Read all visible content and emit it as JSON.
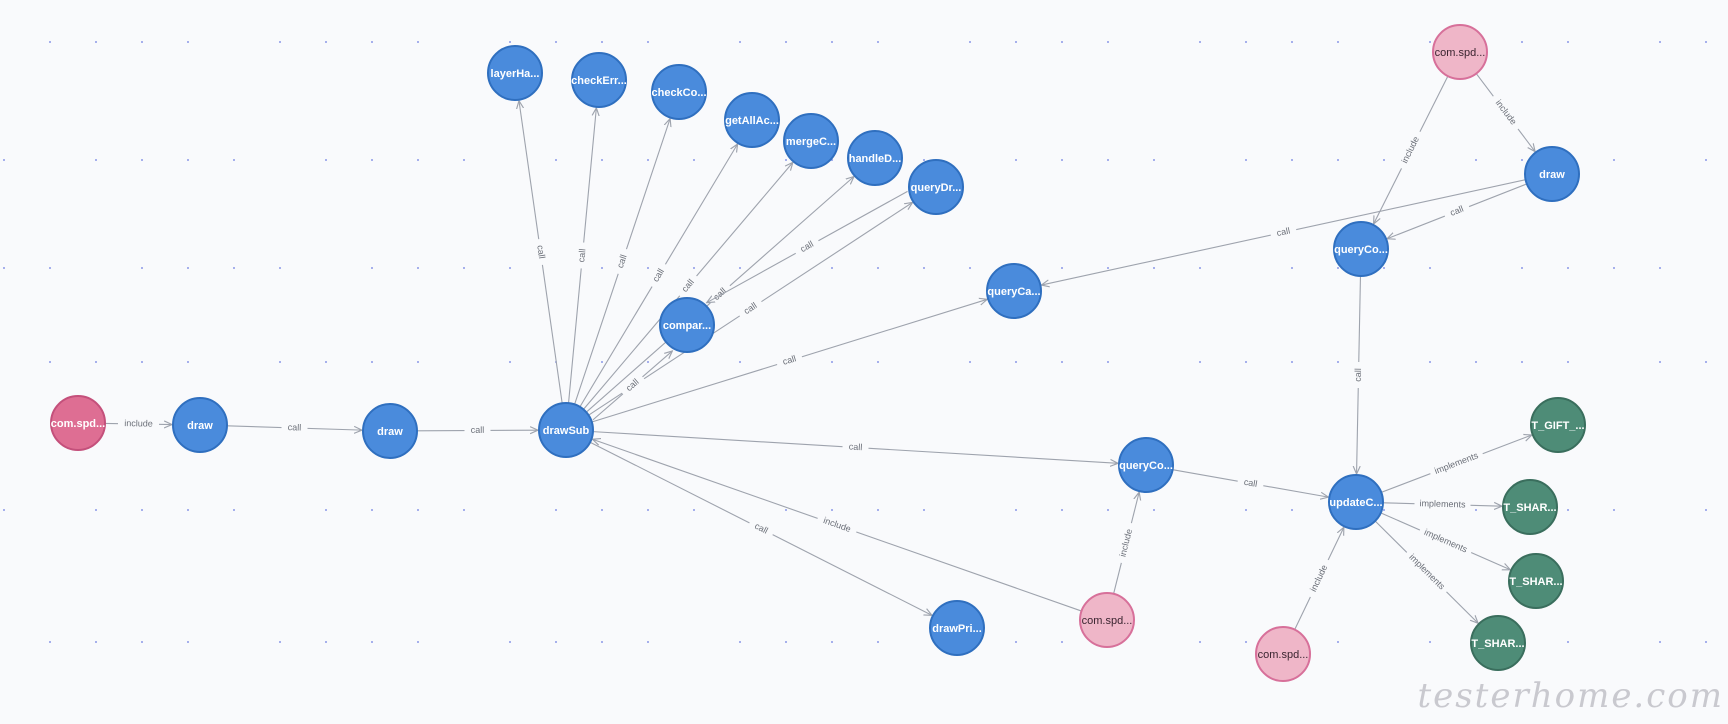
{
  "colors": {
    "method_fill": "#4a8bdc",
    "method_stroke": "#2f6fbf",
    "class_fill": "#efb6c8",
    "class_stroke": "#d7709a",
    "class_dark_fill": "#de6e93",
    "class_dark_stroke": "#c4507b",
    "table_fill": "#4e8c77",
    "table_stroke": "#3a6e5d",
    "edge": "#9ea3ad"
  },
  "watermark": "testerhome.com",
  "nodes": [
    {
      "id": "n1",
      "label": "com.spd...",
      "kind": "class_dark"
    },
    {
      "id": "n2",
      "label": "draw",
      "kind": "method"
    },
    {
      "id": "n3",
      "label": "draw",
      "kind": "method"
    },
    {
      "id": "n4",
      "label": "drawSub",
      "kind": "method"
    },
    {
      "id": "n5",
      "label": "layerHa...",
      "kind": "method"
    },
    {
      "id": "n6",
      "label": "checkErr...",
      "kind": "method"
    },
    {
      "id": "n7",
      "label": "checkCo...",
      "kind": "method"
    },
    {
      "id": "n8",
      "label": "getAllAc...",
      "kind": "method"
    },
    {
      "id": "n9",
      "label": "mergeC...",
      "kind": "method"
    },
    {
      "id": "n10",
      "label": "handleD...",
      "kind": "method"
    },
    {
      "id": "n11",
      "label": "queryDr...",
      "kind": "method"
    },
    {
      "id": "n12",
      "label": "compar...",
      "kind": "method"
    },
    {
      "id": "n13",
      "label": "queryCa...",
      "kind": "method"
    },
    {
      "id": "n14",
      "label": "com.spd...",
      "kind": "class"
    },
    {
      "id": "n15",
      "label": "draw",
      "kind": "method"
    },
    {
      "id": "n16",
      "label": "queryCo...",
      "kind": "method"
    },
    {
      "id": "n17",
      "label": "queryCo...",
      "kind": "method"
    },
    {
      "id": "n18",
      "label": "updateC...",
      "kind": "method"
    },
    {
      "id": "n19",
      "label": "T_GIFT_...",
      "kind": "table"
    },
    {
      "id": "n20",
      "label": "T_SHAR...",
      "kind": "table"
    },
    {
      "id": "n21",
      "label": "T_SHAR...",
      "kind": "table"
    },
    {
      "id": "n22",
      "label": "T_SHAR...",
      "kind": "table"
    },
    {
      "id": "n23",
      "label": "drawPri...",
      "kind": "method"
    },
    {
      "id": "n24",
      "label": "com.spd...",
      "kind": "class"
    },
    {
      "id": "n25",
      "label": "com.spd...",
      "kind": "class"
    }
  ],
  "edges": [
    {
      "from": "n1",
      "to": "n2",
      "label": "include"
    },
    {
      "from": "n2",
      "to": "n3",
      "label": "call"
    },
    {
      "from": "n3",
      "to": "n4",
      "label": "call"
    },
    {
      "from": "n4",
      "to": "n5",
      "label": "call"
    },
    {
      "from": "n4",
      "to": "n6",
      "label": "call"
    },
    {
      "from": "n4",
      "to": "n7",
      "label": "call"
    },
    {
      "from": "n4",
      "to": "n8",
      "label": "call"
    },
    {
      "from": "n4",
      "to": "n9",
      "label": "call"
    },
    {
      "from": "n4",
      "to": "n10",
      "label": "call"
    },
    {
      "from": "n4",
      "to": "n11",
      "label": "call"
    },
    {
      "from": "n4",
      "to": "n12",
      "label": "call"
    },
    {
      "from": "n11",
      "to": "n12",
      "label": "call"
    },
    {
      "from": "n4",
      "to": "n13",
      "label": "call"
    },
    {
      "from": "n4",
      "to": "n17",
      "label": "call"
    },
    {
      "from": "n4",
      "to": "n23",
      "label": "call"
    },
    {
      "from": "n24",
      "to": "n4",
      "label": "include"
    },
    {
      "from": "n24",
      "to": "n17",
      "label": "include"
    },
    {
      "from": "n17",
      "to": "n18",
      "label": "call"
    },
    {
      "from": "n14",
      "to": "n16",
      "label": "include"
    },
    {
      "from": "n14",
      "to": "n15",
      "label": "include"
    },
    {
      "from": "n15",
      "to": "n16",
      "label": "call"
    },
    {
      "from": "n15",
      "to": "n13",
      "label": "call"
    },
    {
      "from": "n16",
      "to": "n18",
      "label": "call"
    },
    {
      "from": "n18",
      "to": "n19",
      "label": "implements"
    },
    {
      "from": "n18",
      "to": "n20",
      "label": "implements"
    },
    {
      "from": "n18",
      "to": "n21",
      "label": "implements"
    },
    {
      "from": "n18",
      "to": "n22",
      "label": "implements"
    },
    {
      "from": "n25",
      "to": "n18",
      "label": "include"
    }
  ]
}
